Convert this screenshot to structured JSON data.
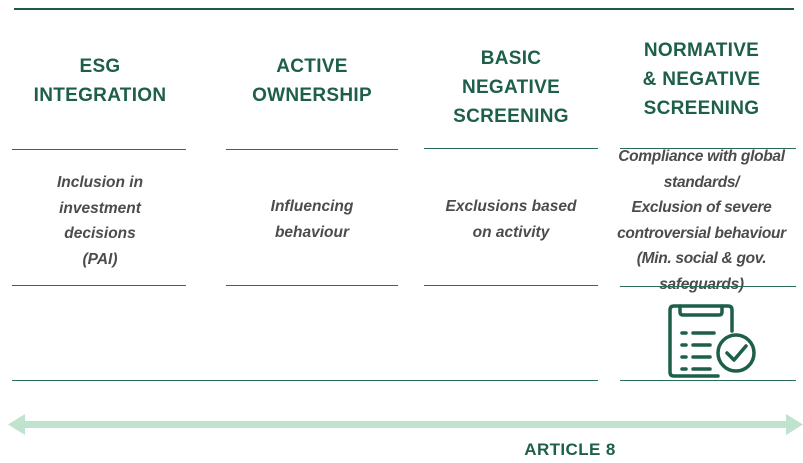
{
  "columns": [
    {
      "title_lines": [
        "ESG",
        "INTEGRATION"
      ],
      "description_lines": [
        "Inclusion in",
        "investment",
        "decisions",
        "(PAI)"
      ]
    },
    {
      "title_lines": [
        "ACTIVE",
        "OWNERSHIP"
      ],
      "description_lines": [
        "Influencing",
        "behaviour"
      ]
    },
    {
      "title_lines": [
        "BASIC",
        "NEGATIVE",
        "SCREENING"
      ],
      "description_lines": [
        "Exclusions based",
        "on activity"
      ]
    },
    {
      "title_lines": [
        "NORMATIVE",
        "& NEGATIVE",
        "SCREENING"
      ],
      "description_lines": [
        "Compliance with global",
        "standards/",
        "Exclusion of severe",
        "controversial behaviour",
        "(Min. social & gov.",
        "safeguards)"
      ]
    }
  ],
  "icon": "checklist-document-icon",
  "arrow": {
    "label": "ARTICLE 8"
  },
  "colors": {
    "header": "#1e5f4b",
    "rule": "#2a6d57",
    "text": "#4c4c4c",
    "arrow": "#bfe3cf"
  }
}
